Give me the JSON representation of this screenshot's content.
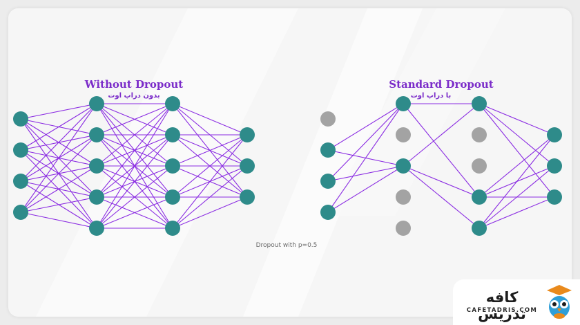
{
  "left_network": {
    "title": "Without Dropout",
    "subtitle": "بدون دراپ اوت"
  },
  "right_network": {
    "title": "Standard Dropout",
    "subtitle": "با دراپ اوت"
  },
  "caption": "Dropout with p=0.5",
  "brand": {
    "name": "کافه تدریس",
    "domain": "CAFETADRIS.COM"
  },
  "colors": {
    "node_active": "#2e8b8a",
    "node_dropped": "#a3a3a3",
    "edge": "#8a2be2",
    "title": "#7b2cc9"
  },
  "icons": [
    "owl-logo-icon"
  ]
}
